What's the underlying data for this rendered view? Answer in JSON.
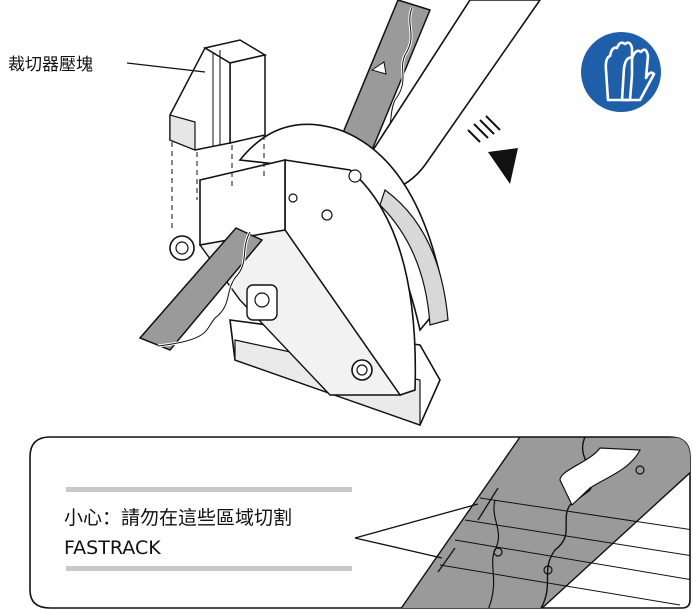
{
  "labels": {
    "cutter_block": "裁切器壓塊"
  },
  "warning": {
    "line1": "小心：請勿在這些區域切割",
    "line2": "FASTRACK"
  },
  "icons": {
    "safety_sign": "gloves-icon"
  },
  "colors": {
    "safety_blue": "#1f5ea8",
    "track_gray": "#9a9a9a",
    "rule_gray": "#c8c8c8"
  }
}
